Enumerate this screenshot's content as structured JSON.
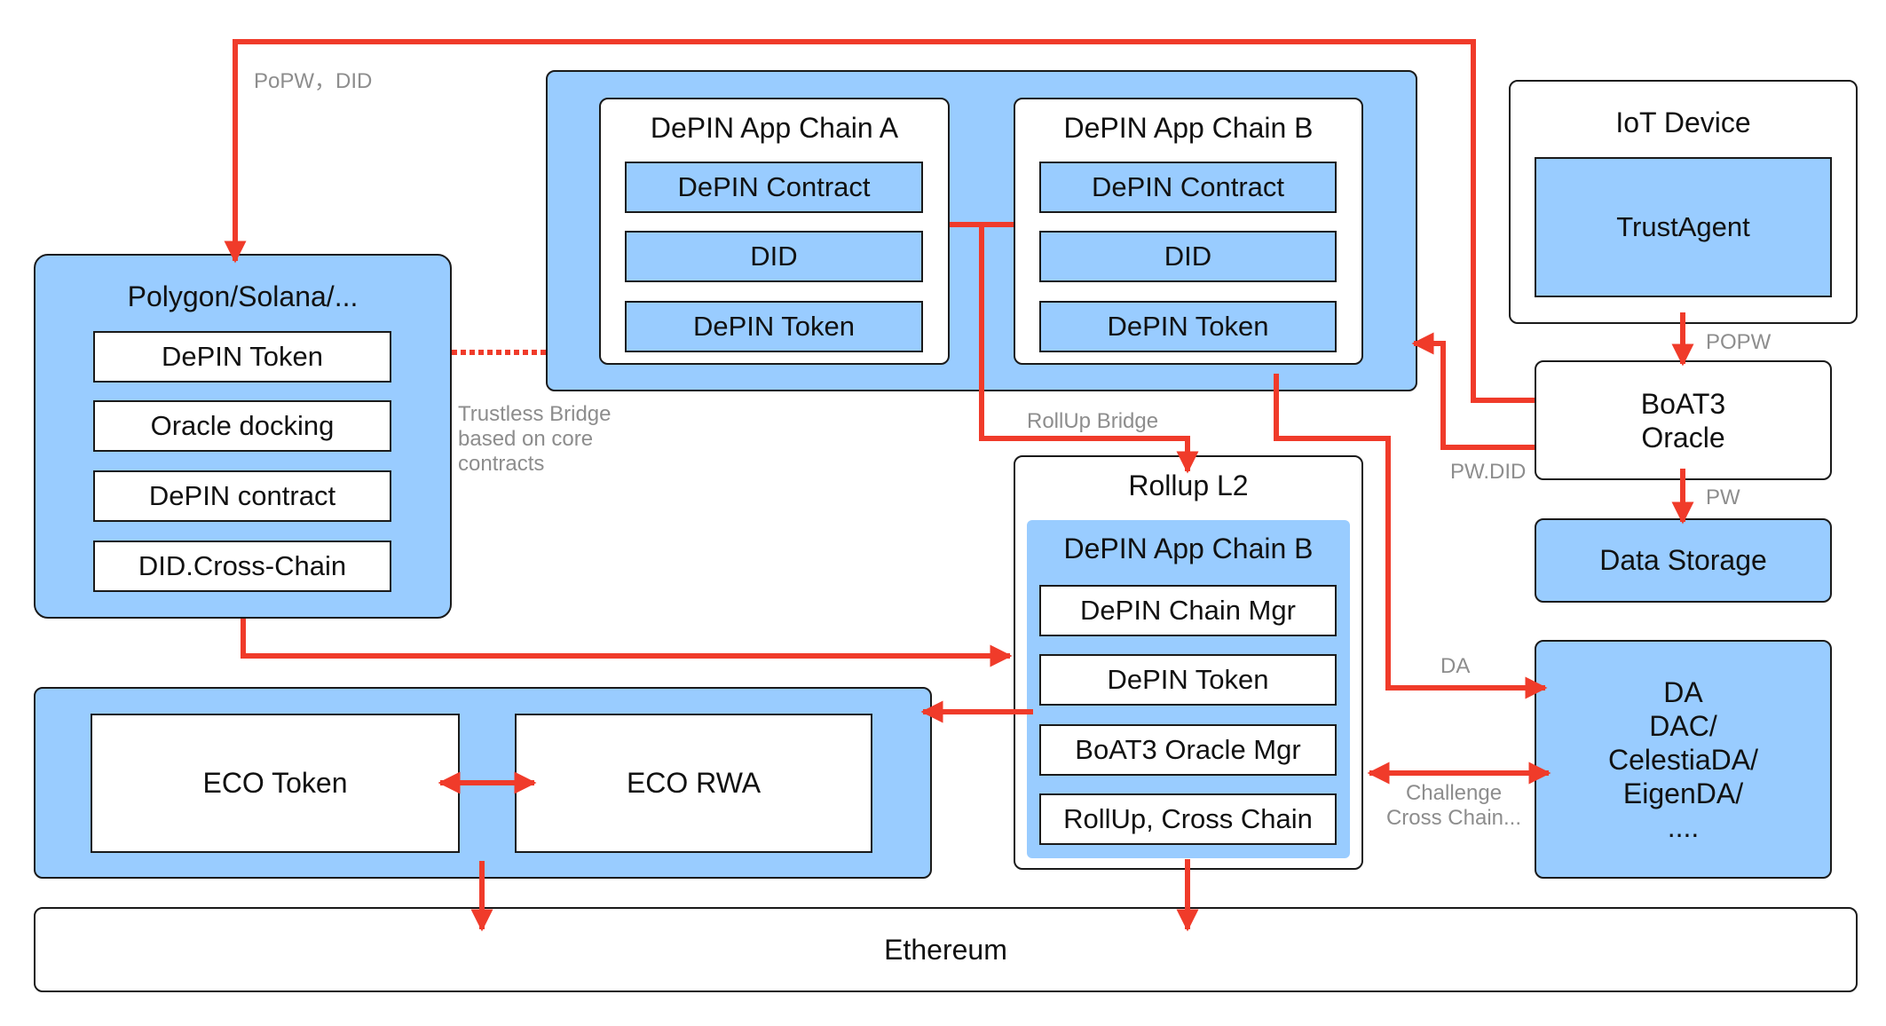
{
  "polygon": {
    "title": "Polygon/Solana/...",
    "items": [
      "DePIN Token",
      "Oracle docking",
      "DePIN contract",
      "DID.Cross-Chain"
    ]
  },
  "chain_a": {
    "title": "DePIN App Chain A",
    "items": [
      "DePIN Contract",
      "DID",
      "DePIN Token"
    ]
  },
  "chain_b": {
    "title": "DePIN App Chain B",
    "items": [
      "DePIN Contract",
      "DID",
      "DePIN Token"
    ]
  },
  "iot": {
    "title": "IoT Device",
    "agent": "TrustAgent"
  },
  "oracle": {
    "line1": "BoAT3",
    "line2": "Oracle"
  },
  "storage": {
    "title": "Data Storage"
  },
  "rollup": {
    "title": "Rollup L2",
    "inner_title": "DePIN App Chain B",
    "items": [
      "DePIN Chain Mgr",
      "DePIN Token",
      "BoAT3 Oracle Mgr",
      "RollUp, Cross Chain"
    ]
  },
  "da": {
    "lines": [
      "DA",
      "DAC/",
      "CelestiaDA/",
      "EigenDA/",
      "...."
    ]
  },
  "eco": {
    "token": "ECO Token",
    "rwa": "ECO RWA"
  },
  "ethereum": {
    "title": "Ethereum"
  },
  "labels": {
    "popw_did": "PoPW，DID",
    "bridge_line1": "Trustless Bridge",
    "bridge_line2": "based on core",
    "bridge_line3": "contracts",
    "rollup_bridge": "RollUp Bridge",
    "popw": "POPW",
    "pw": "PW",
    "pw_did": "PW.DID",
    "da": "DA",
    "challenge_line1": "Challenge",
    "challenge_line2": "Cross Chain..."
  },
  "colors": {
    "box_fill": "#99ccff",
    "arrow": "#f03b2a",
    "border": "#1a1a1a",
    "label": "#8d8d8d"
  }
}
